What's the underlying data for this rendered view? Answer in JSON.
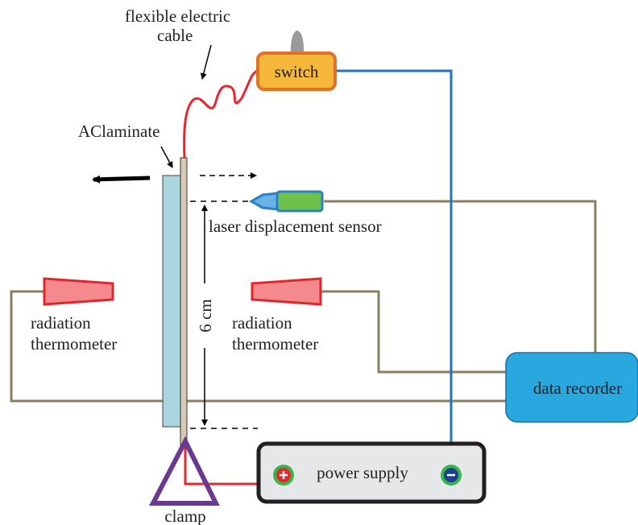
{
  "labels": {
    "cable_line1": "flexible electric",
    "cable_line2": "cable",
    "laminate": "AClaminate",
    "switch": "switch",
    "laser": "laser displacement sensor",
    "rad_left_line1": "radiation",
    "rad_left_line2": "thermometer",
    "rad_right_line1": "radiation",
    "rad_right_line2": "thermometer",
    "distance": "6 cm",
    "data_recorder": "data recorder",
    "power_supply": "power supply",
    "clamp": "clamp"
  },
  "colors": {
    "cable_red": "#e8262d",
    "signal_blue": "#1f74c1",
    "sensor_wire": "#8a8060",
    "switch_fill": "#f6b83a",
    "switch_border": "#e0702a",
    "laminate_fill": "#a9d5df",
    "sensor_body": "#2a7fc6",
    "sensor_tip": "#6cc24a",
    "thermometer_fill": "#f48a8e",
    "thermometer_border": "#e2262e",
    "recorder_fill": "#29a8df",
    "power_fill": "#e6e7e8",
    "clamp_color": "#6a3a93",
    "terminal_ring": "#39b54a",
    "terminal_pos": "#e8262d",
    "terminal_neg": "#1f3f95"
  },
  "icons": {
    "motion_arrow": "arrow-left-icon",
    "sensing_arrow": "dashed-arrow-right-icon",
    "positive_terminal": "plus-icon",
    "negative_terminal": "minus-icon"
  }
}
